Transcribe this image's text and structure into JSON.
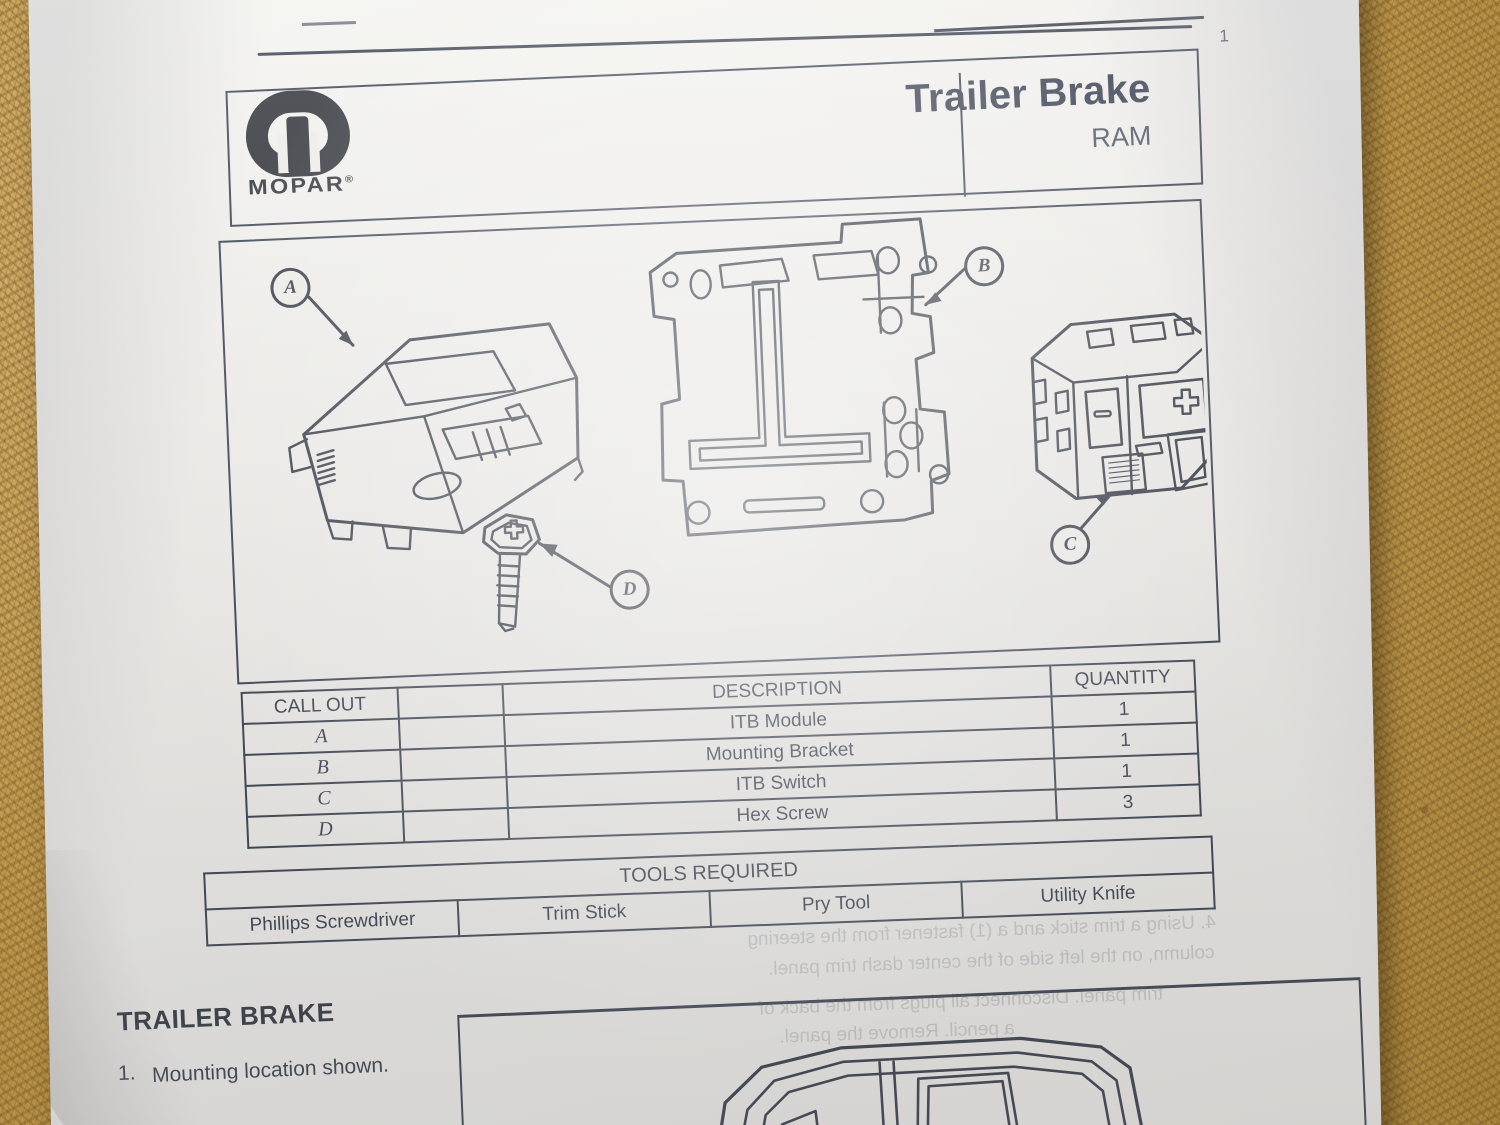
{
  "document": {
    "page_number": "1",
    "brand_logo_text": "MOPAR",
    "brand_logo_mark": "mopar-omega-icon",
    "title": "Trailer Brake",
    "subtitle": "RAM"
  },
  "illustration": {
    "callouts": [
      {
        "id": "A",
        "label": "A",
        "part": "itb-module"
      },
      {
        "id": "B",
        "label": "B",
        "part": "mounting-bracket"
      },
      {
        "id": "C",
        "label": "C",
        "part": "itb-switch"
      },
      {
        "id": "D",
        "label": "D",
        "part": "hex-screw"
      }
    ]
  },
  "parts_table": {
    "headers": [
      "CALL OUT",
      "",
      "DESCRIPTION",
      "QUANTITY"
    ],
    "rows": [
      {
        "call_out": "A",
        "description": "ITB Module",
        "quantity": "1"
      },
      {
        "call_out": "B",
        "description": "Mounting Bracket",
        "quantity": "1"
      },
      {
        "call_out": "C",
        "description": "ITB Switch",
        "quantity": "1"
      },
      {
        "call_out": "D",
        "description": "Hex Screw",
        "quantity": "3"
      }
    ]
  },
  "tools_table": {
    "header": "TOOLS REQUIRED",
    "tools": [
      "Phillips Screwdriver",
      "Trim Stick",
      "Pry Tool",
      "Utility Knife"
    ]
  },
  "procedure": {
    "section_title": "TRAILER BRAKE",
    "steps": [
      {
        "number": "1.",
        "text": "Mounting location shown."
      }
    ]
  },
  "show_through": {
    "line1": "4. Using a trim stick and a (1) fastener from the steering",
    "line2": "column, on the left side of the center dash trim panel.",
    "line3": "trim panel. Disconnect all plugs from the back of",
    "line4": "a pencil. Remove the panel."
  },
  "colors": {
    "ink": "#1a2235",
    "paper": "#edebe7",
    "board": "#c9a65c"
  }
}
